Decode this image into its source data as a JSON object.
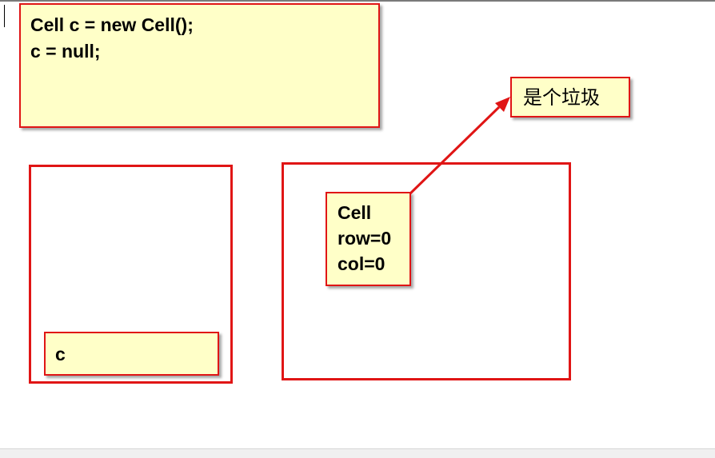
{
  "code_note": {
    "lines": [
      "Cell c = new Cell();",
      "c = null;"
    ]
  },
  "garbage_note": {
    "text": "是个垃圾"
  },
  "stack": {
    "variable": "c"
  },
  "heap_object": {
    "lines": [
      "Cell",
      "row=0",
      "col=0"
    ]
  },
  "colors": {
    "note_fill": "#ffffc8",
    "border_red": "#e01515",
    "arrow_red": "#e01515"
  }
}
